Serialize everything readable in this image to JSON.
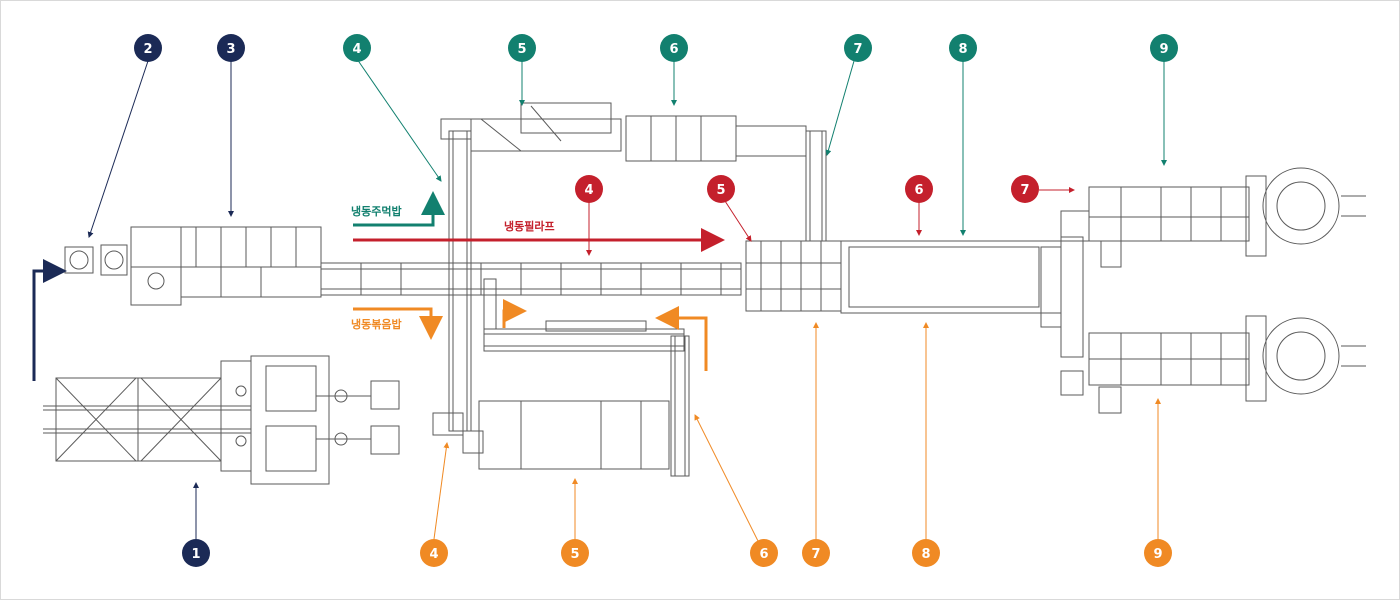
{
  "colors": {
    "navy": "#1b2a56",
    "teal": "#12806f",
    "red": "#c4202c",
    "orange": "#f08a24",
    "machine": "#555555"
  },
  "routes": {
    "teal_label": "냉동주먹밥",
    "red_label": "냉동필라프",
    "orange_label": "냉동볶음밥"
  },
  "markers": [
    {
      "id": "navy-1",
      "text": "1",
      "color": "navy"
    },
    {
      "id": "navy-2",
      "text": "2",
      "color": "navy"
    },
    {
      "id": "navy-3",
      "text": "3",
      "color": "navy"
    },
    {
      "id": "teal-4",
      "text": "4",
      "color": "teal"
    },
    {
      "id": "teal-5",
      "text": "5",
      "color": "teal"
    },
    {
      "id": "teal-6",
      "text": "6",
      "color": "teal"
    },
    {
      "id": "teal-7",
      "text": "7",
      "color": "teal"
    },
    {
      "id": "teal-8",
      "text": "8",
      "color": "teal"
    },
    {
      "id": "teal-9",
      "text": "9",
      "color": "teal"
    },
    {
      "id": "red-4",
      "text": "4",
      "color": "red"
    },
    {
      "id": "red-5",
      "text": "5",
      "color": "red"
    },
    {
      "id": "red-6",
      "text": "6",
      "color": "red"
    },
    {
      "id": "red-7",
      "text": "7",
      "color": "red"
    },
    {
      "id": "orange-4",
      "text": "4",
      "color": "orange"
    },
    {
      "id": "orange-5",
      "text": "5",
      "color": "orange"
    },
    {
      "id": "orange-6",
      "text": "6",
      "color": "orange"
    },
    {
      "id": "orange-7",
      "text": "7",
      "color": "orange"
    },
    {
      "id": "orange-8",
      "text": "8",
      "color": "orange"
    },
    {
      "id": "orange-9",
      "text": "9",
      "color": "orange"
    }
  ]
}
